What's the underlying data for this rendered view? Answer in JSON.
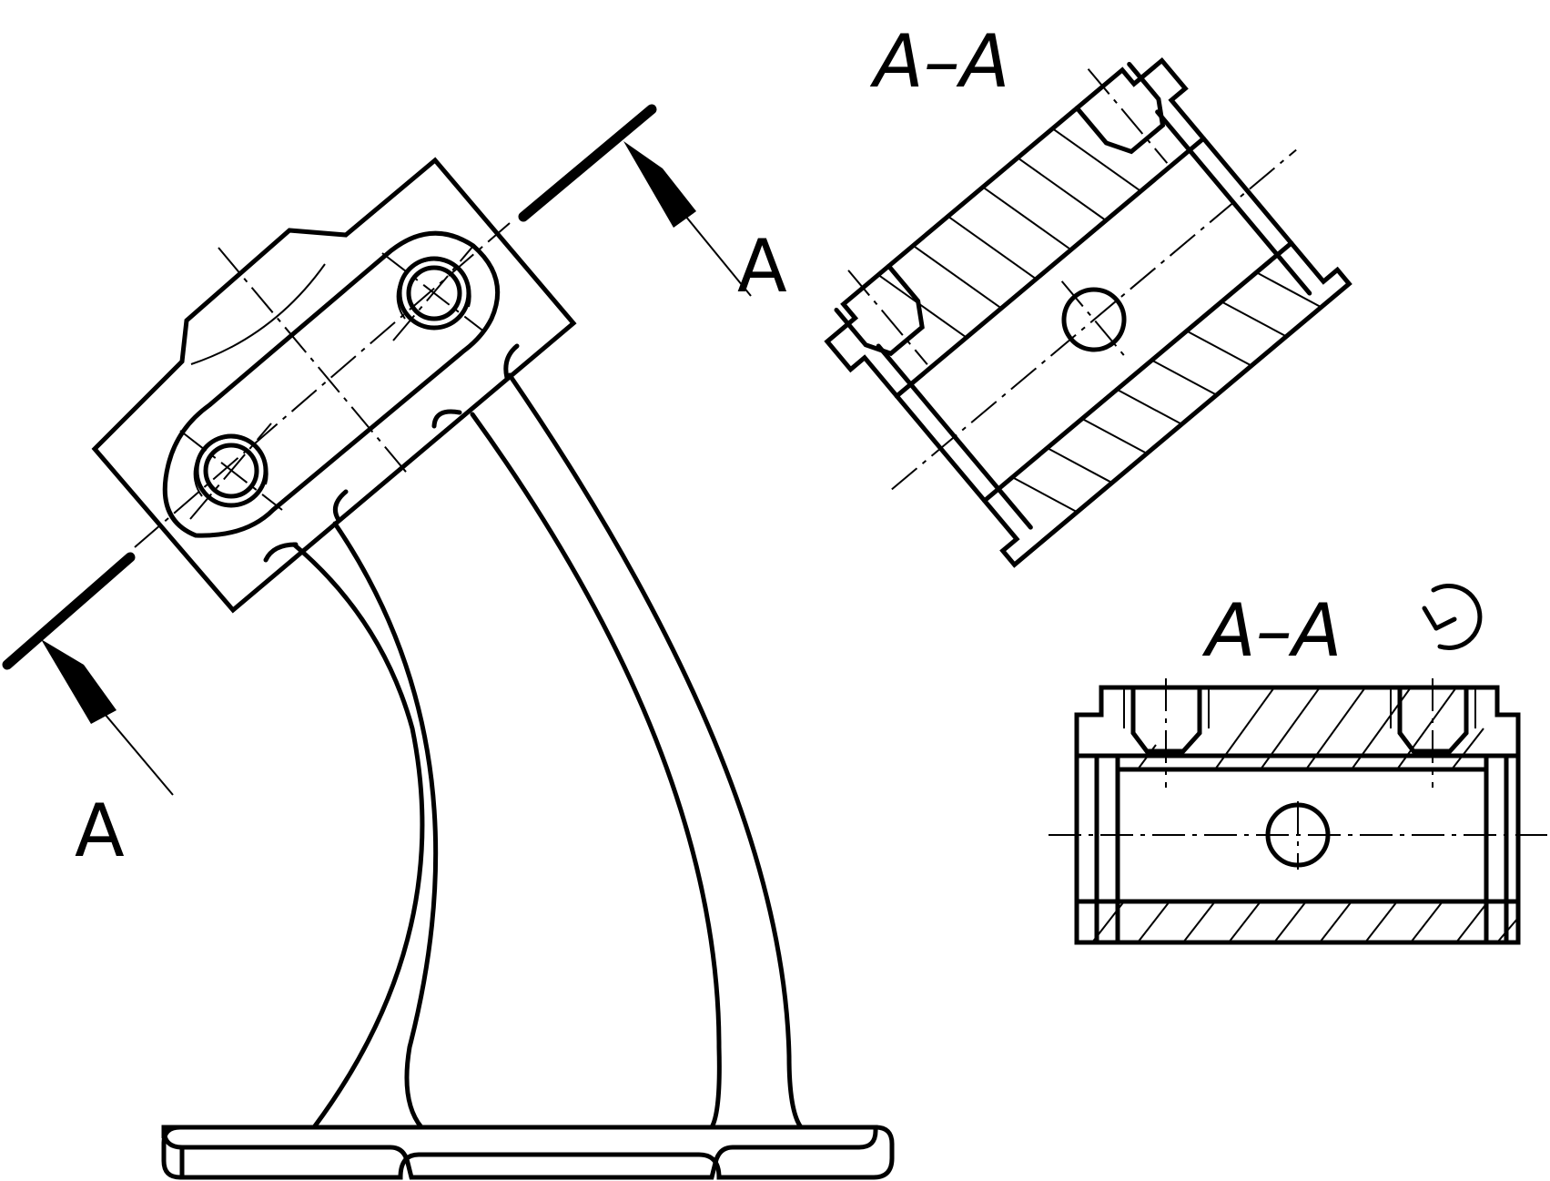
{
  "labels": {
    "section_rotated": "A–A",
    "section_straight": "A–A",
    "cut_arrow_left": "A",
    "cut_arrow_right": "A"
  },
  "symbols": {
    "rotation_symbol": "rotation-symbol-icon"
  }
}
